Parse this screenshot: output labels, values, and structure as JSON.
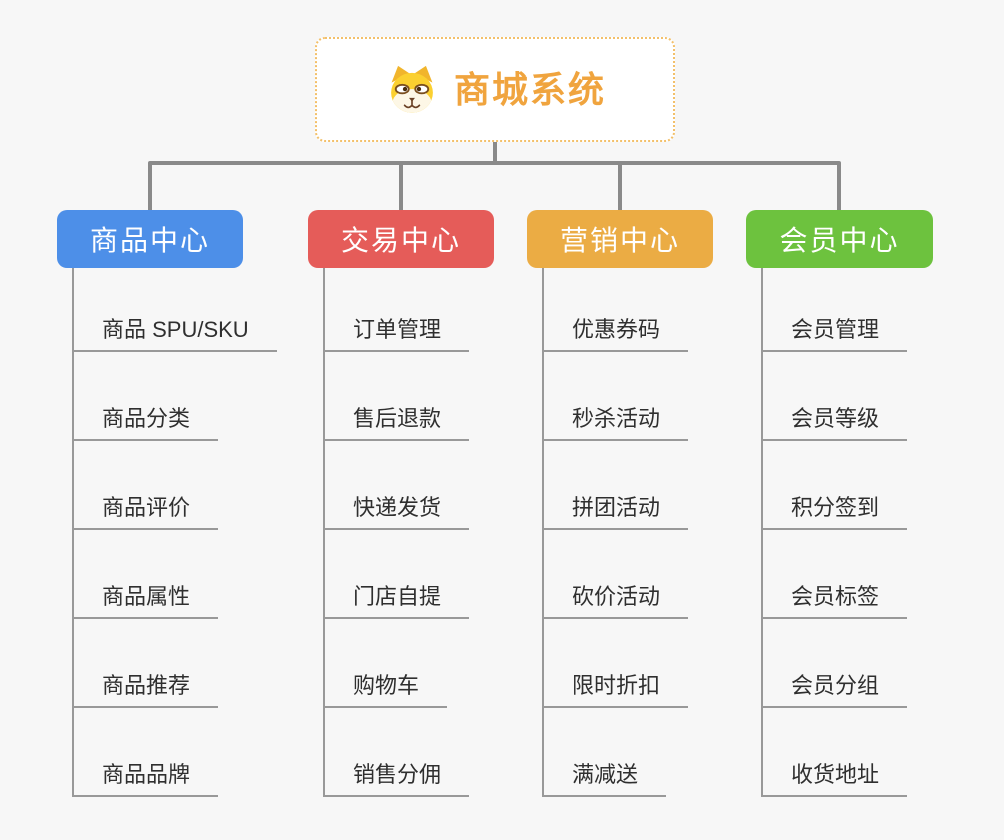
{
  "root": {
    "title": "商城系统",
    "logo": "dog-face-icon",
    "accent_color": "#f0a43e",
    "border_color": "#f3c06a"
  },
  "connector_color": "#8a8a8a",
  "leaf_line_color": "#999999",
  "branches": [
    {
      "id": "product-center",
      "label": "商品中心",
      "color": "#4d8fe8",
      "items": [
        "商品 SPU/SKU",
        "商品分类",
        "商品评价",
        "商品属性",
        "商品推荐",
        "商品品牌"
      ]
    },
    {
      "id": "trade-center",
      "label": "交易中心",
      "color": "#e55c59",
      "items": [
        "订单管理",
        "售后退款",
        "快递发货",
        "门店自提",
        "购物车",
        "销售分佣"
      ]
    },
    {
      "id": "marketing-center",
      "label": "营销中心",
      "color": "#ebac44",
      "items": [
        "优惠券码",
        "秒杀活动",
        "拼团活动",
        "砍价活动",
        "限时折扣",
        "满减送"
      ]
    },
    {
      "id": "member-center",
      "label": "会员中心",
      "color": "#6dc23e",
      "items": [
        "会员管理",
        "会员等级",
        "积分签到",
        "会员标签",
        "会员分组",
        "收货地址"
      ]
    }
  ]
}
